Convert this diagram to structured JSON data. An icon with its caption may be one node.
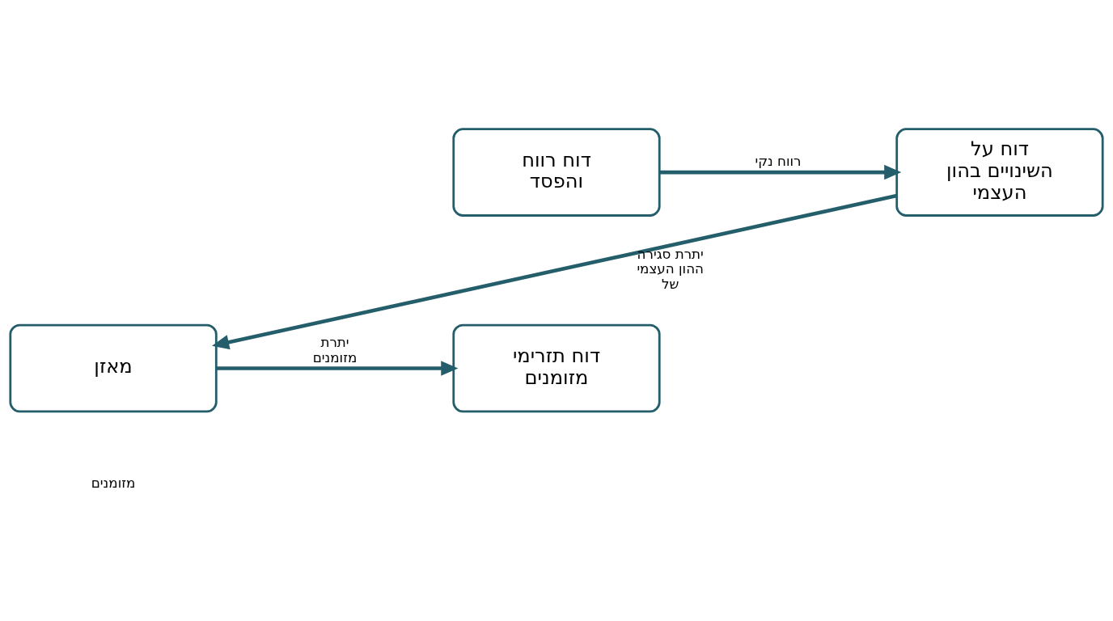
{
  "diagram": {
    "nodes": [
      {
        "text": [
          "דוח רווח והפסד"
        ]
      },
      {
        "text": [
          "דוח על השינויים בהון העצמי"
        ]
      },
      {
        "text": [
          "מאזן"
        ]
      },
      {
        "text": [
          "דוח תזרימי מזומנים"
        ]
      }
    ],
    "edges": [
      {
        "from": 0,
        "to": 1,
        "arrow": "to",
        "label": "רווח נקי"
      },
      {
        "from": 1,
        "to": 2,
        "arrow": "to",
        "label": "יתרת סגירה ההון העצמי של"
      },
      {
        "from": 2,
        "to": 3,
        "arrow": "to",
        "label": "יתרת מזומנים"
      }
    ],
    "labels": [
      "מזומנים"
    ]
  }
}
